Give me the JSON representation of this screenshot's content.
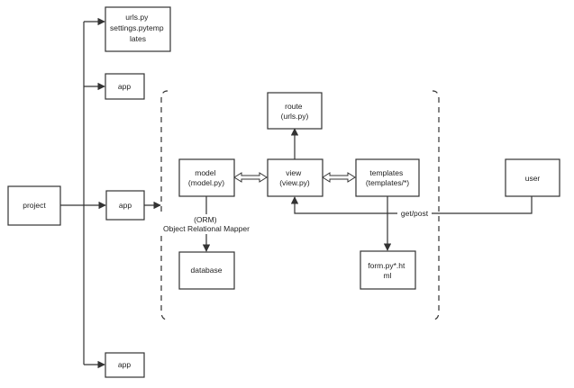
{
  "nodes": {
    "project": [
      "project"
    ],
    "urls_settings": [
      "urls.py",
      "settings.pytemp",
      "lates"
    ],
    "app_top": [
      "app"
    ],
    "app_mid": [
      "app"
    ],
    "app_bottom": [
      "app"
    ],
    "route": [
      "route",
      "(urls.py)"
    ],
    "model": [
      "model",
      "(model.py)"
    ],
    "view": [
      "view",
      "(view.py)"
    ],
    "templates": [
      "templates",
      "(templates/*)"
    ],
    "user": [
      "user"
    ],
    "database": [
      "database"
    ],
    "form": [
      "form.py*.ht",
      "ml"
    ]
  },
  "edge_labels": {
    "orm": [
      "(ORM)",
      "Object Relational Mapper"
    ],
    "get_post": "get/post"
  }
}
